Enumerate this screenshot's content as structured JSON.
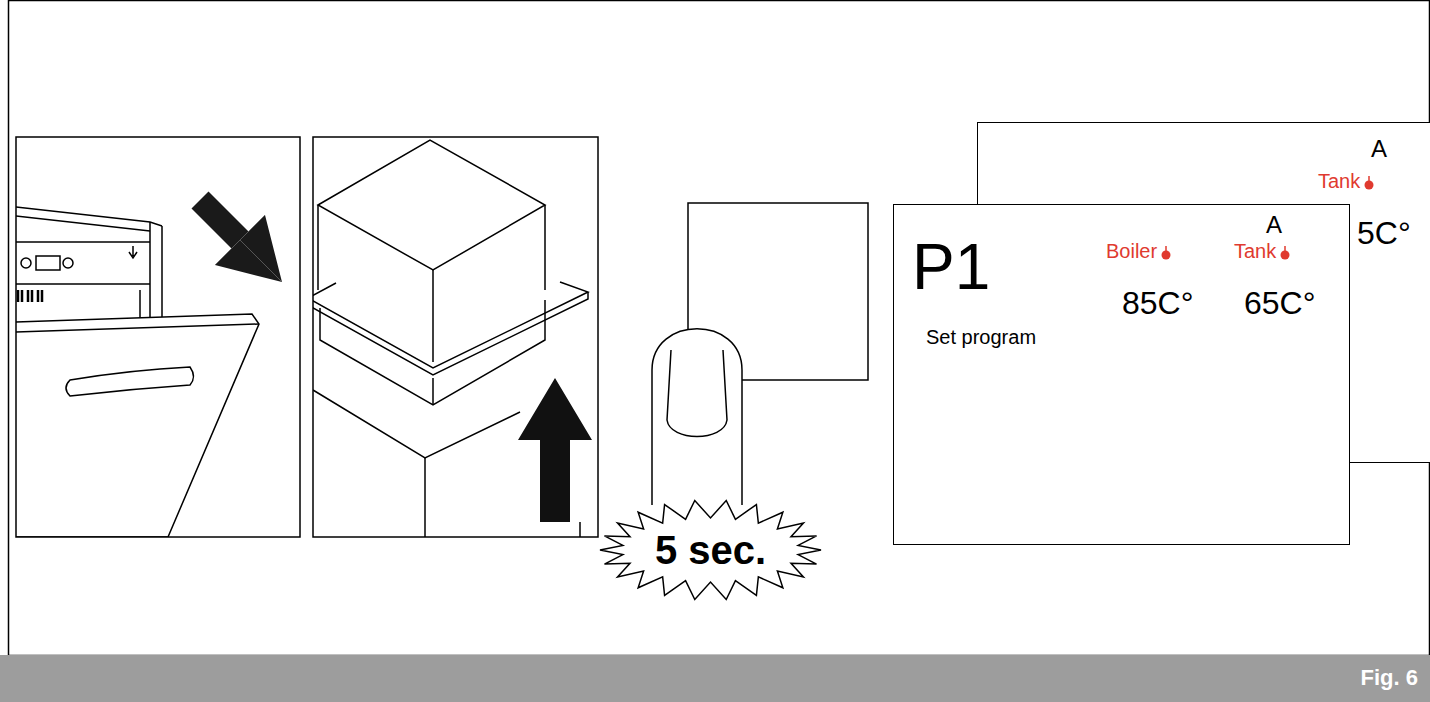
{
  "diagram": {
    "caption": "Fig. 6",
    "nodes": [
      {
        "text": [
          "5 sec."
        ]
      },
      {
        "text": [
          "A",
          "Tank",
          "5C°"
        ]
      },
      {
        "text": [
          "P1",
          "Set program",
          "Boiler",
          "Tank",
          "A",
          "85C°",
          "65C°"
        ]
      }
    ]
  }
}
